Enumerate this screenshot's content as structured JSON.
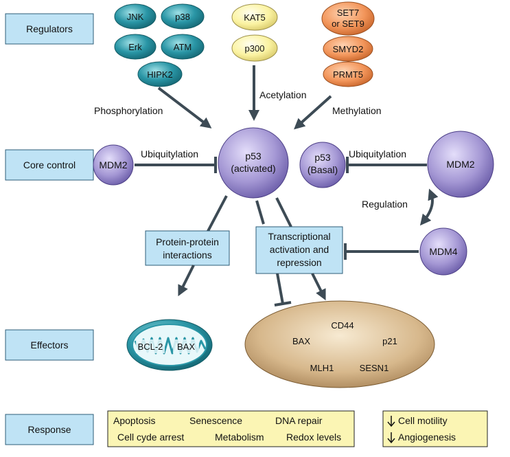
{
  "rows": {
    "regulators": "Regulators",
    "core_control": "Core control",
    "effectors": "Effectors",
    "response": "Response"
  },
  "regulators": {
    "kinases": [
      "JNK",
      "p38",
      "Erk",
      "ATM",
      "HIPK2"
    ],
    "acetyltransferases": [
      "KAT5",
      "p300"
    ],
    "methyltransferases": [
      "SET7",
      "or SET9",
      "SMYD2",
      "PRMT5"
    ]
  },
  "processes": {
    "phosphorylation": "Phosphorylation",
    "acetylation": "Acetylation",
    "methylation": "Methylation",
    "ubiquitylation_left": "Ubiquitylation",
    "ubiquitylation_right": "Ubiquitylation",
    "regulation": "Regulation"
  },
  "core": {
    "mdm2_left": "MDM2",
    "p53_activated": [
      "p53",
      "(activated)"
    ],
    "p53_basal": [
      "p53",
      "(Basal)"
    ],
    "mdm2_right": "MDM2",
    "mdm4": "MDM4"
  },
  "mechanisms": {
    "protein_protein": [
      "Protein-protein",
      "interactions"
    ],
    "transcriptional": [
      "Transcriptional",
      "activation and",
      "repression"
    ]
  },
  "effectors": {
    "mitochondrion": [
      "BCL-2",
      "BAX"
    ],
    "genes": [
      "CD44",
      "BAX",
      "p21",
      "MLH1",
      "SESN1"
    ]
  },
  "response": {
    "items_row1": [
      "Apoptosis",
      "Senescence",
      "DNA repair"
    ],
    "items_row2": [
      "Cell cyde arrest",
      "Metabolism",
      "Redox levels"
    ],
    "decrease": [
      "Cell motility",
      "Angiogenesis"
    ]
  },
  "colors": {
    "kinase": "#2a96a6",
    "acetyltransferase": "#fbf3a2",
    "methyltransferase": "#f2955a",
    "node": "#9f92cf",
    "label_box": "#bfe3f5",
    "nucleus": "#d7b88c",
    "response_box": "#fbf5b4",
    "arrow": "#3d4b55"
  }
}
